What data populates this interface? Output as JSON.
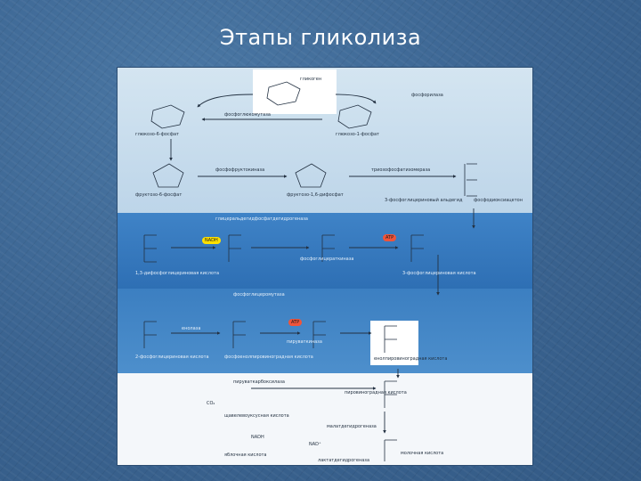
{
  "slide": {
    "title": "Этапы гликолиза"
  },
  "colors": {
    "background": "#3f6a96",
    "title": "#ffffff",
    "nadh_marker": "#ffe000",
    "atp_marker": "#f0543a"
  },
  "figure": {
    "labels": {
      "glycogen": "гликоген",
      "glucose_6_phosphate": "глюкозо-6-фосфат",
      "glucose_1_phosphate": "глюкозо-1-фосфат",
      "phosphoglucomutase": "фосфоглюкомутаза",
      "phosphorylase": "фосфорилаза",
      "fructose_6_phosphate": "фруктозо-6-фосфат",
      "fructose_1_6_bisphosphate": "фруктозо-1,6-дифосфат",
      "phosphofructokinase": "фосфофруктокиназа",
      "triose_phosphate_isomerase": "триозофосфатизомераза",
      "glyceraldehyde_3_phosphate": "3-фосфоглицериновый альдегид",
      "dihydroxyacetone_phosphate": "фосфодиоксиацетон",
      "dehydrogenase": "глицеральдегидфосфатдегидрогеназа",
      "bisphosphoglycerate": "1,3-дифосфоглицериновая кислота",
      "phosphoglycerate_kinase": "фосфоглицераткиназа",
      "phosphoglycerate_3": "3-фосфоглицериновая кислота",
      "phosphoglycerate_mutase": "фосфоглицеромутаза",
      "phosphoglycerate_2": "2-фосфоглицериновая кислота",
      "enolase": "енолаза",
      "phosphoenolpyruvate": "фосфоенолпировиноградная кислота",
      "pyruvate_kinase": "пируваткиназа",
      "enolpyruvate": "енолпировиноградная кислота",
      "pyruvate": "пировиноградная кислота",
      "pyruvate_carboxylase": "пируваткарбоксилаза",
      "oxaloacetate": "щавелевоуксусная кислота",
      "malate_dehydrogenase": "малатдегидрогеназа",
      "malate": "яблочная кислота",
      "lactate": "молочная кислота",
      "lactate_dehydrogenase": "лактатдегидрогеназа"
    },
    "markers": {
      "atp": "ATP",
      "nadh": "NADH",
      "nad": "NAD⁺",
      "co2": "CO₂"
    }
  }
}
